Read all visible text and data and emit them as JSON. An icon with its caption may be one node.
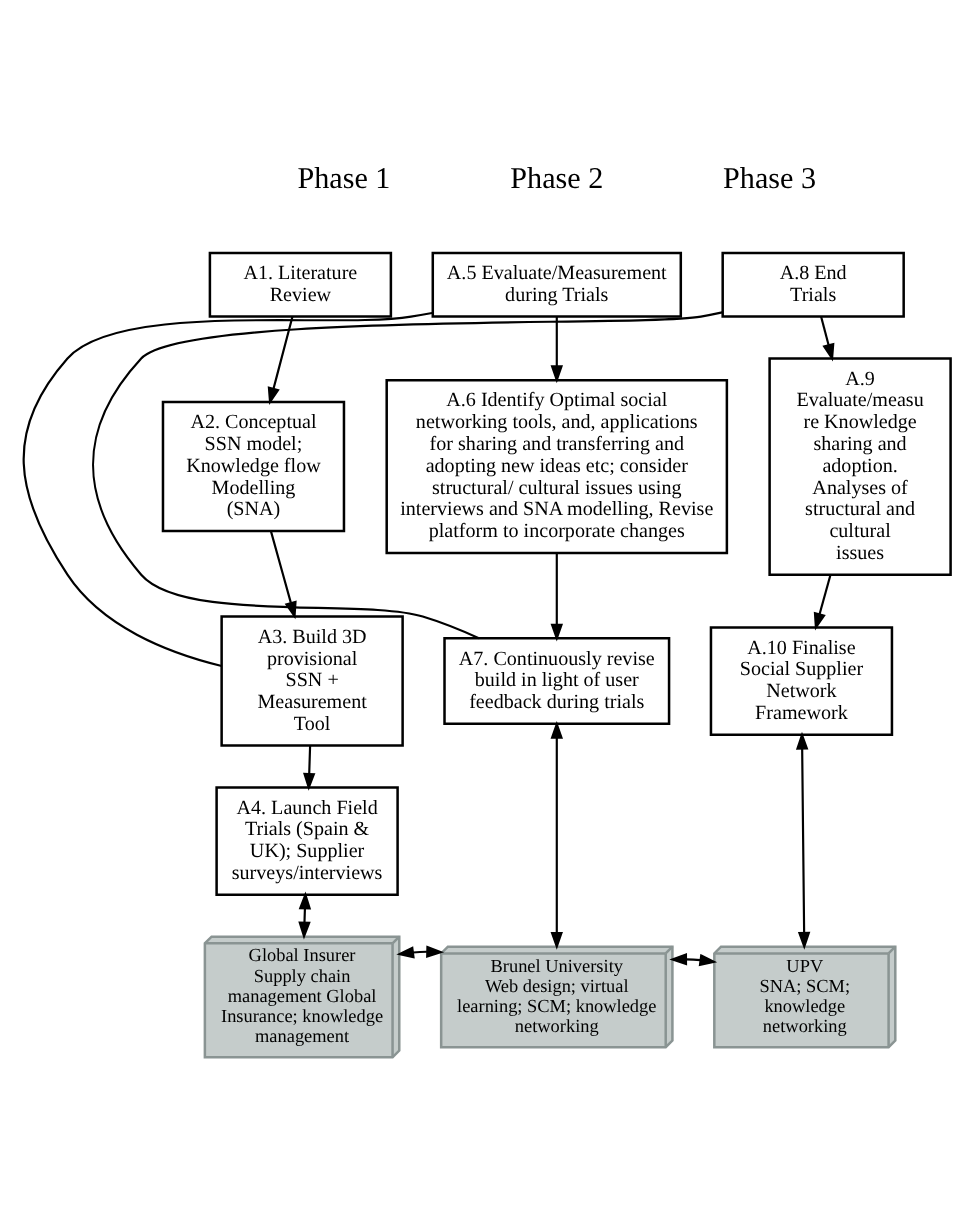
{
  "diagram": {
    "nodes": [
      {
        "text": [
          "A1. Literature Review"
        ]
      },
      {
        "text": [
          "A2. Conceptual SSN model; Knowledge flow Modelling (SNA)"
        ]
      },
      {
        "text": [
          "A3. Build 3D provisional SSN + Measurement Tool"
        ]
      },
      {
        "text": [
          "A4. Launch Field Trials (Spain & UK); Supplier surveys/interviews"
        ]
      },
      {
        "text": [
          "A.5 Evaluate/Measurement during Trials"
        ]
      },
      {
        "text": [
          "A.6 Identify Optimal social networking tools, and, applications for sharing and transferring and adopting new ideas etc; consider structural/ cultural issues using interviews and SNA modelling, Revise platform to incorporate changes"
        ]
      },
      {
        "text": [
          "A7. Continuously revise build in light of user feedback during trials"
        ]
      },
      {
        "text": [
          "A.8 End Trials"
        ]
      },
      {
        "text": [
          "A.9 Evaluate/measu re Knowledge sharing and adoption. Analyses of structural and cultural issues"
        ]
      },
      {
        "text": [
          "A.10 Finalise Social Supplier Network Framework"
        ]
      },
      {
        "text": [
          "Global Insurer",
          "Supply chain management Global Insurance; knowledge management"
        ]
      },
      {
        "text": [
          "Brunel University",
          "Web design; virtual learning; SCM; knowledge networking"
        ]
      },
      {
        "text": [
          "UPV",
          "SNA; SCM; knowledge networking"
        ]
      }
    ],
    "edges": [
      {
        "from": 0,
        "to": 1,
        "arrow": "to"
      },
      {
        "from": 1,
        "to": 2,
        "arrow": "to"
      },
      {
        "from": 2,
        "to": 3,
        "arrow": "to"
      },
      {
        "from": 4,
        "to": 2,
        "arrow": "none"
      },
      {
        "from": 4,
        "to": 5,
        "arrow": "to"
      },
      {
        "from": 5,
        "to": 6,
        "arrow": "to"
      },
      {
        "from": 7,
        "to": 6,
        "arrow": "none"
      },
      {
        "from": 7,
        "to": 8,
        "arrow": "to"
      },
      {
        "from": 8,
        "to": 9,
        "arrow": "to"
      },
      {
        "from": 3,
        "to": 10,
        "arrow": "both"
      },
      {
        "from": 6,
        "to": 11,
        "arrow": "both"
      },
      {
        "from": 9,
        "to": 12,
        "arrow": "both"
      },
      {
        "from": 10,
        "to": 11,
        "arrow": "both"
      },
      {
        "from": 11,
        "to": 12,
        "arrow": "both"
      }
    ],
    "labels": [
      "Phase 1",
      "Phase 2",
      "Phase 3"
    ]
  }
}
